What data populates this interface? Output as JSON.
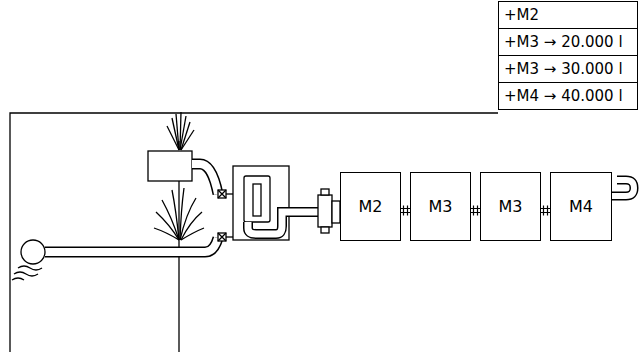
{
  "diagram": {
    "nodes": [
      {
        "text": [
          "M2"
        ]
      },
      {
        "text": [
          "M3"
        ]
      },
      {
        "text": [
          "M3"
        ]
      },
      {
        "text": [
          "M4"
        ]
      }
    ],
    "edges": [
      {
        "from": 0,
        "to": 1,
        "arrow": "none"
      },
      {
        "from": 1,
        "to": 2,
        "arrow": "none"
      },
      {
        "from": 2,
        "to": 3,
        "arrow": "none"
      }
    ],
    "labels": [
      "+M2",
      "+M3 → 20.000 l",
      "+M3 → 30.000 l",
      "+M4 → 40.000 l"
    ]
  }
}
